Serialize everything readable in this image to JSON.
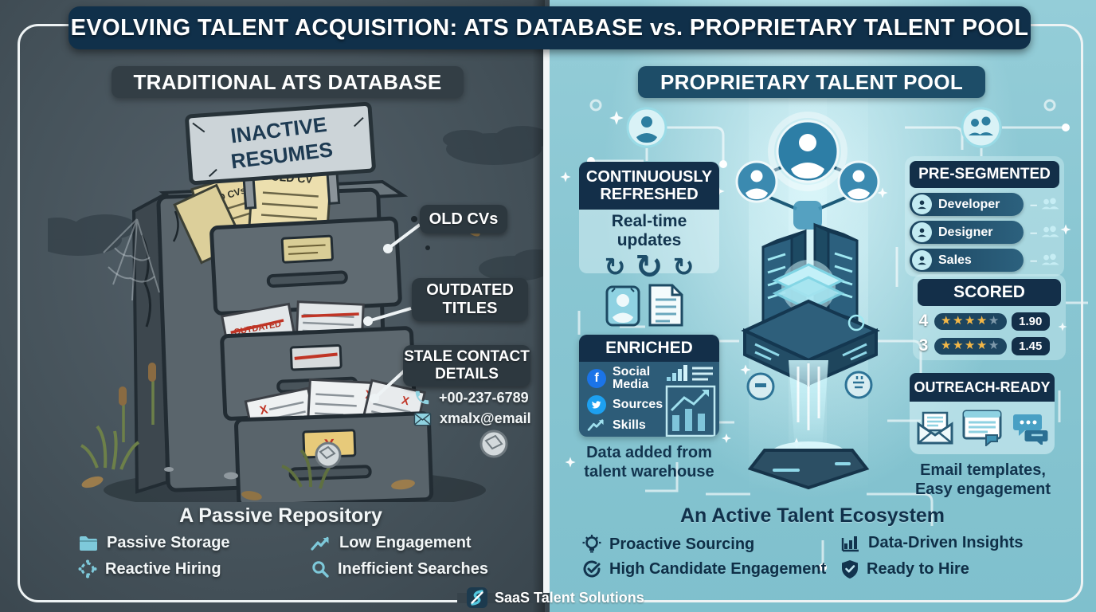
{
  "title": "EVOLVING TALENT ACQUISITION: ATS DATABASE vs. PROPRIETARY TALENT POOL",
  "footer": {
    "brand": "SaaS Talent Solutions"
  },
  "left": {
    "header": "TRADITIONAL ATS DATABASE",
    "sign_lines": [
      "INACTIVE",
      "RESUMES"
    ],
    "paper_labels": {
      "a": "OLD CVs",
      "b": "OLD CV"
    },
    "crossed_label": "OUTDATED",
    "x_mark": "X",
    "callouts": {
      "old_cvs": {
        "lines": [
          "OLD CVs"
        ]
      },
      "outdated": {
        "lines": [
          "OUTDATED",
          "TITLES"
        ]
      },
      "stale": {
        "lines": [
          "STALE CONTACT",
          "DETAILS"
        ]
      }
    },
    "contact": {
      "phone": "+00-237-6789",
      "email": "xmalx@email"
    },
    "summary": {
      "title": "A Passive Repository",
      "bullets": [
        {
          "icon": "folder-icon",
          "label": "Passive Storage"
        },
        {
          "icon": "gear-icon",
          "label": "Reactive Hiring"
        },
        {
          "icon": "trend-up-icon",
          "label": "Low Engagement"
        },
        {
          "icon": "search-icon",
          "label": "Inefficient Searches"
        }
      ]
    }
  },
  "right": {
    "header": "PROPRIETARY TALENT POOL",
    "refreshed": {
      "title_lines": [
        "CONTINUOUSLY",
        "REFRESHED"
      ],
      "subtitle": "Real-time updates",
      "refresh_glyph": "↻"
    },
    "enriched": {
      "title": "ENRICHED",
      "items": [
        {
          "icon": "facebook-icon",
          "label": "Social Media"
        },
        {
          "icon": "twitter-icon",
          "label": "Sources"
        },
        {
          "icon": "trend-up-icon",
          "label": "Skills"
        }
      ],
      "caption_lines": [
        "Data added from",
        "talent warehouse"
      ]
    },
    "presegmented": {
      "title": "PRE-SEGMENTED",
      "connector": "–",
      "roles": [
        {
          "label": "Developer"
        },
        {
          "label": "Designer"
        },
        {
          "label": "Sales"
        }
      ]
    },
    "scored": {
      "title": "SCORED",
      "rows": [
        {
          "count": "4",
          "stars_filled": 4,
          "stars_total": 5,
          "score": "1.90"
        },
        {
          "count": "3",
          "stars_filled": 4,
          "stars_total": 5,
          "score": "1.45"
        }
      ]
    },
    "outreach": {
      "title": "OUTREACH-READY",
      "caption_lines": [
        "Email templates,",
        "Easy engagement"
      ]
    },
    "summary": {
      "title": "An Active Talent Ecosystem",
      "bullets": [
        {
          "icon": "lightbulb-icon",
          "label": "Proactive Sourcing"
        },
        {
          "icon": "check-circle-icon",
          "label": "High Candidate Engagement"
        },
        {
          "icon": "bar-chart-icon",
          "label": "Data-Driven Insights"
        },
        {
          "icon": "shield-check-icon",
          "label": "Ready to Hire"
        }
      ]
    }
  },
  "colors": {
    "navy": "#132f49",
    "left_panel": "#46535b",
    "right_panel": "#8cc8d4",
    "accent_teal": "#7ec9da",
    "star_gold": "#f3b747",
    "facebook_blue": "#1b74e8",
    "twitter_blue": "#1da0f0"
  }
}
